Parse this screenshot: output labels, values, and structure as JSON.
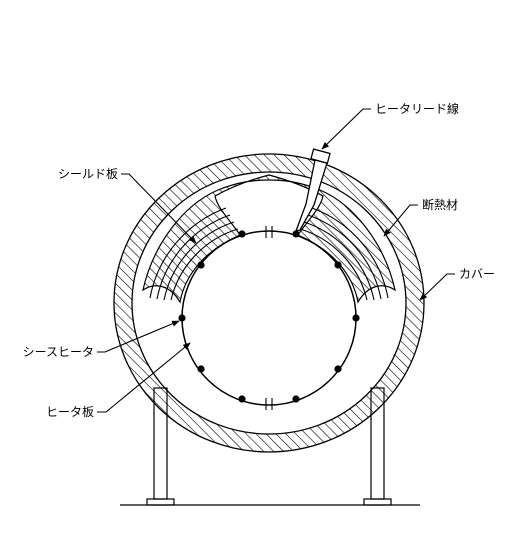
{
  "labels": {
    "heater_lead": "ヒータリード線",
    "shield_plate": "シールド板",
    "insulation": "断熱材",
    "cover": "カバー",
    "sheath_heater": "シースヒータ",
    "heater_plate": "ヒータ板"
  },
  "colors": {
    "line": "#000000",
    "background": "#ffffff"
  }
}
